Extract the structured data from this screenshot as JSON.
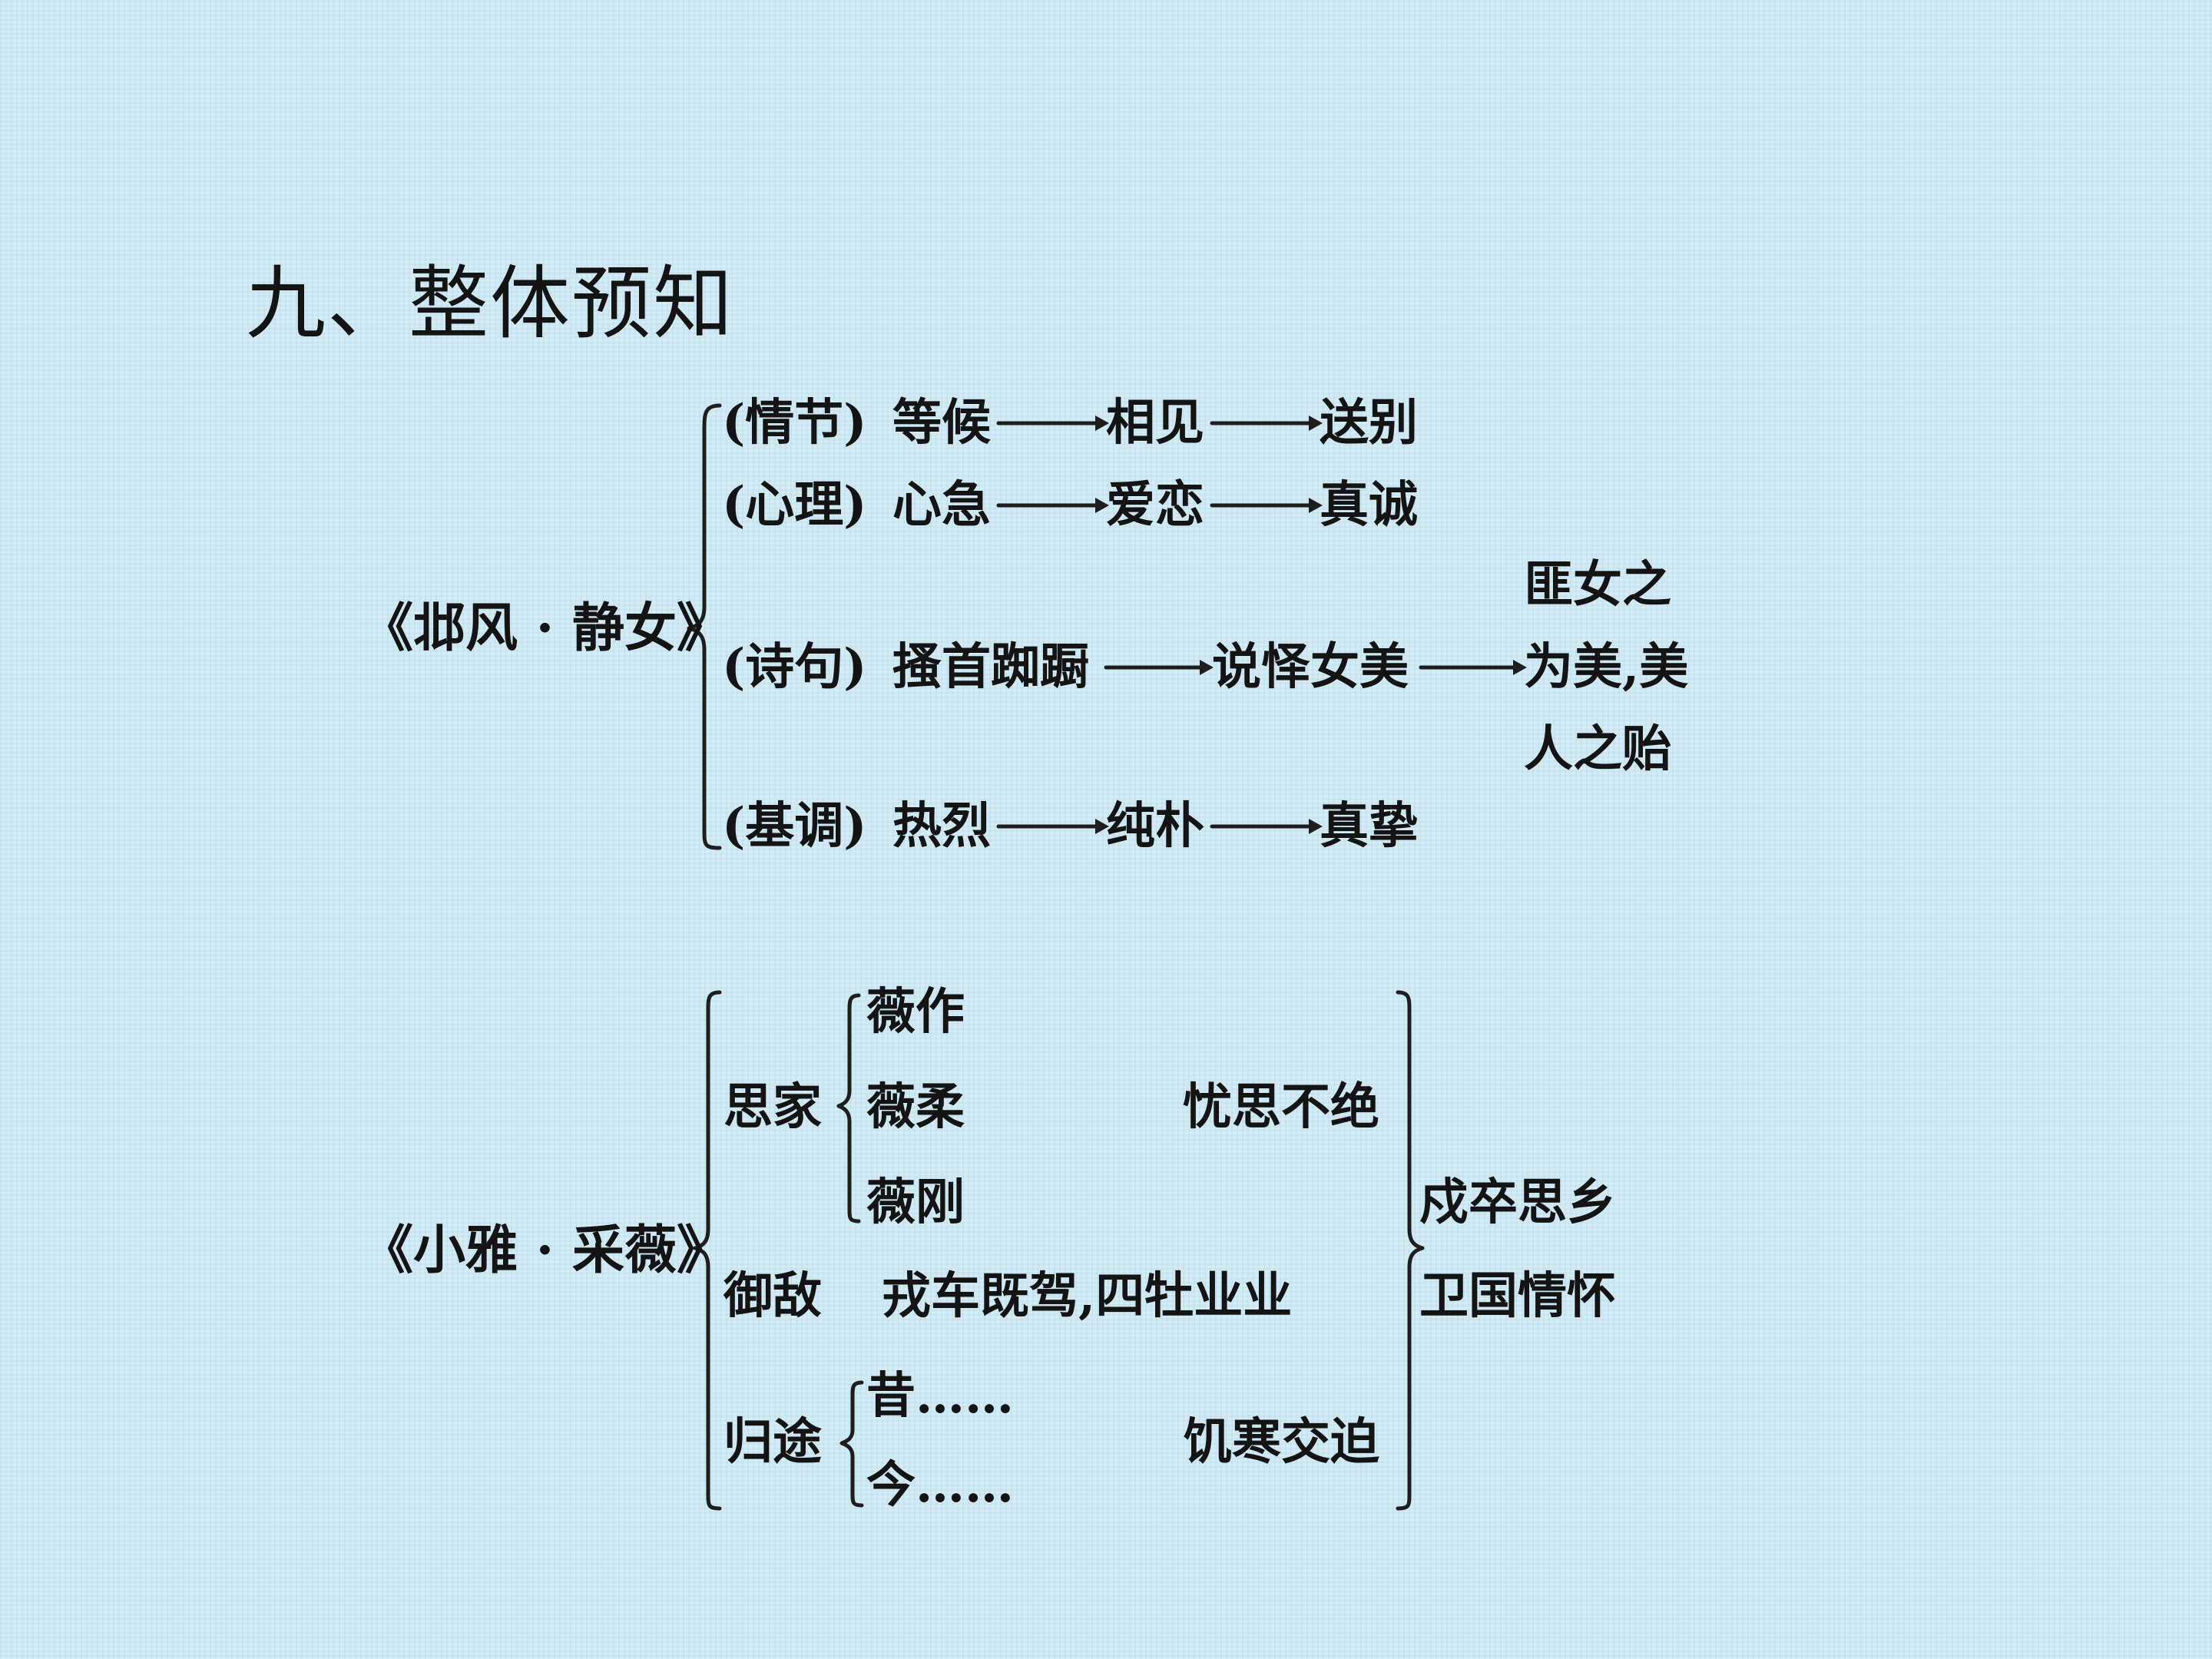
{
  "title": "九、整体预知",
  "poem1": {
    "name": "《邶风 · 静女》",
    "rows": [
      {
        "label": "(情节)",
        "steps": [
          "等候",
          "相见",
          "送别"
        ]
      },
      {
        "label": "(心理)",
        "steps": [
          "心急",
          "爱恋",
          "真诚"
        ]
      },
      {
        "label": "(诗句)",
        "steps": [
          "搔首踟蹰",
          "说怿女美",
          "匪女之",
          "为美,美",
          "人之贻"
        ]
      },
      {
        "label": "(基调)",
        "steps": [
          "热烈",
          "纯朴",
          "真挚"
        ]
      }
    ]
  },
  "poem2": {
    "name": "《小雅 · 采薇》",
    "sections": [
      {
        "label": "思家",
        "items": [
          "薇作",
          "薇柔",
          "薇刚"
        ],
        "summary": "忧思不绝"
      },
      {
        "label": "御敌",
        "text": "戎车既驾,四牡业业"
      },
      {
        "label": "归途",
        "items": [
          "昔……",
          "今……"
        ],
        "summary": "饥寒交迫"
      }
    ],
    "conclusions": [
      "戍卒思乡",
      "卫国情怀"
    ]
  }
}
